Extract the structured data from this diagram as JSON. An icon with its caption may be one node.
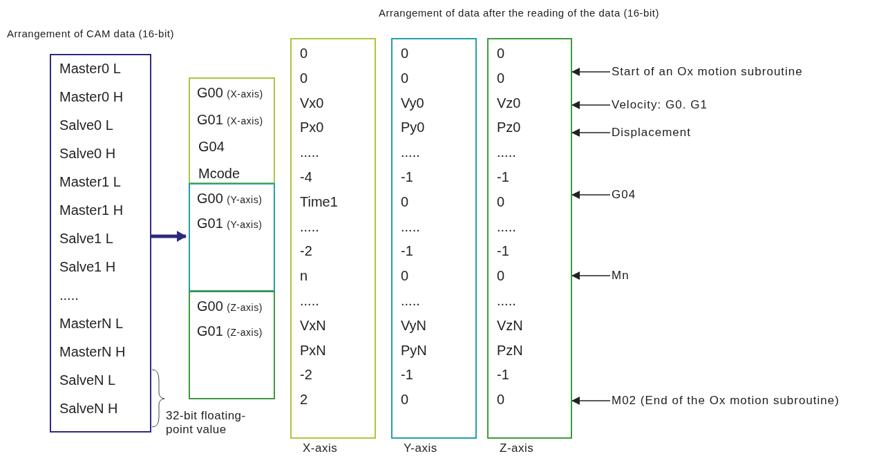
{
  "diagram": {
    "nodes": [
      {
        "text": [
          "Master0 L",
          "Master0 H",
          "Salve0 L",
          "Salve0 H",
          "Master1 L",
          "Master1 H",
          "Salve1 L",
          "Salve1 H",
          ".....",
          "MasterN L",
          "MasterN H",
          "SalveN L",
          "SalveN H"
        ]
      },
      {
        "text": [
          "G00 (X-axis)",
          "G01 (X-axis)",
          "G04",
          "Mcode"
        ]
      },
      {
        "text": [
          "G00 (Y-axis)",
          "G01 (Y-axis)"
        ]
      },
      {
        "text": [
          "G00 (Z-axis)",
          "G01 (Z-axis)"
        ]
      },
      {
        "text": [
          "0",
          "0",
          "Vx0",
          "Px0",
          ".....",
          "-4",
          "Time1",
          ".....",
          "-2",
          "n",
          ".....",
          "VxN",
          "PxN",
          "-2",
          "2"
        ],
        "beside": [
          "X-axis"
        ]
      },
      {
        "text": [
          "0",
          "0",
          "Vy0",
          "Py0",
          ".....",
          "-1",
          "0",
          ".....",
          "-1",
          "0",
          ".....",
          "VyN",
          "PyN",
          "-1",
          "0"
        ],
        "beside": [
          "Y-axis"
        ]
      },
      {
        "text": [
          "0",
          "0",
          "Vz0",
          "Pz0",
          ".....",
          "-1",
          "0",
          ".....",
          "-1",
          "0",
          ".....",
          "VzN",
          "PzN",
          "-1",
          "0"
        ],
        "beside": [
          "Z-axis"
        ]
      },
      {
        "text": [
          "Start of an Ox motion subroutine"
        ]
      },
      {
        "text": [
          "Velocity: G0. G1"
        ]
      },
      {
        "text": [
          "Displacement"
        ]
      },
      {
        "text": [
          "G04"
        ]
      },
      {
        "text": [
          "Mn"
        ]
      },
      {
        "text": [
          "M02 (End of the Ox motion subroutine)"
        ]
      }
    ],
    "edges": [
      {
        "from": 0,
        "to": 2,
        "arrow": "to",
        "style": "thick",
        "color": "#2d2a7e"
      },
      {
        "from": 7,
        "to": 6,
        "arrow": "to"
      },
      {
        "from": 8,
        "to": 6,
        "arrow": "to"
      },
      {
        "from": 9,
        "to": 6,
        "arrow": "to"
      },
      {
        "from": 10,
        "to": 6,
        "arrow": "to"
      },
      {
        "from": 11,
        "to": 6,
        "arrow": "to"
      },
      {
        "from": 12,
        "to": 6,
        "arrow": "to"
      }
    ],
    "labels": [
      "Arrangement of data after the reading of the data (16-bit)",
      "Arrangement of CAM data (16-bit)",
      "32-bit floating-point value"
    ]
  }
}
